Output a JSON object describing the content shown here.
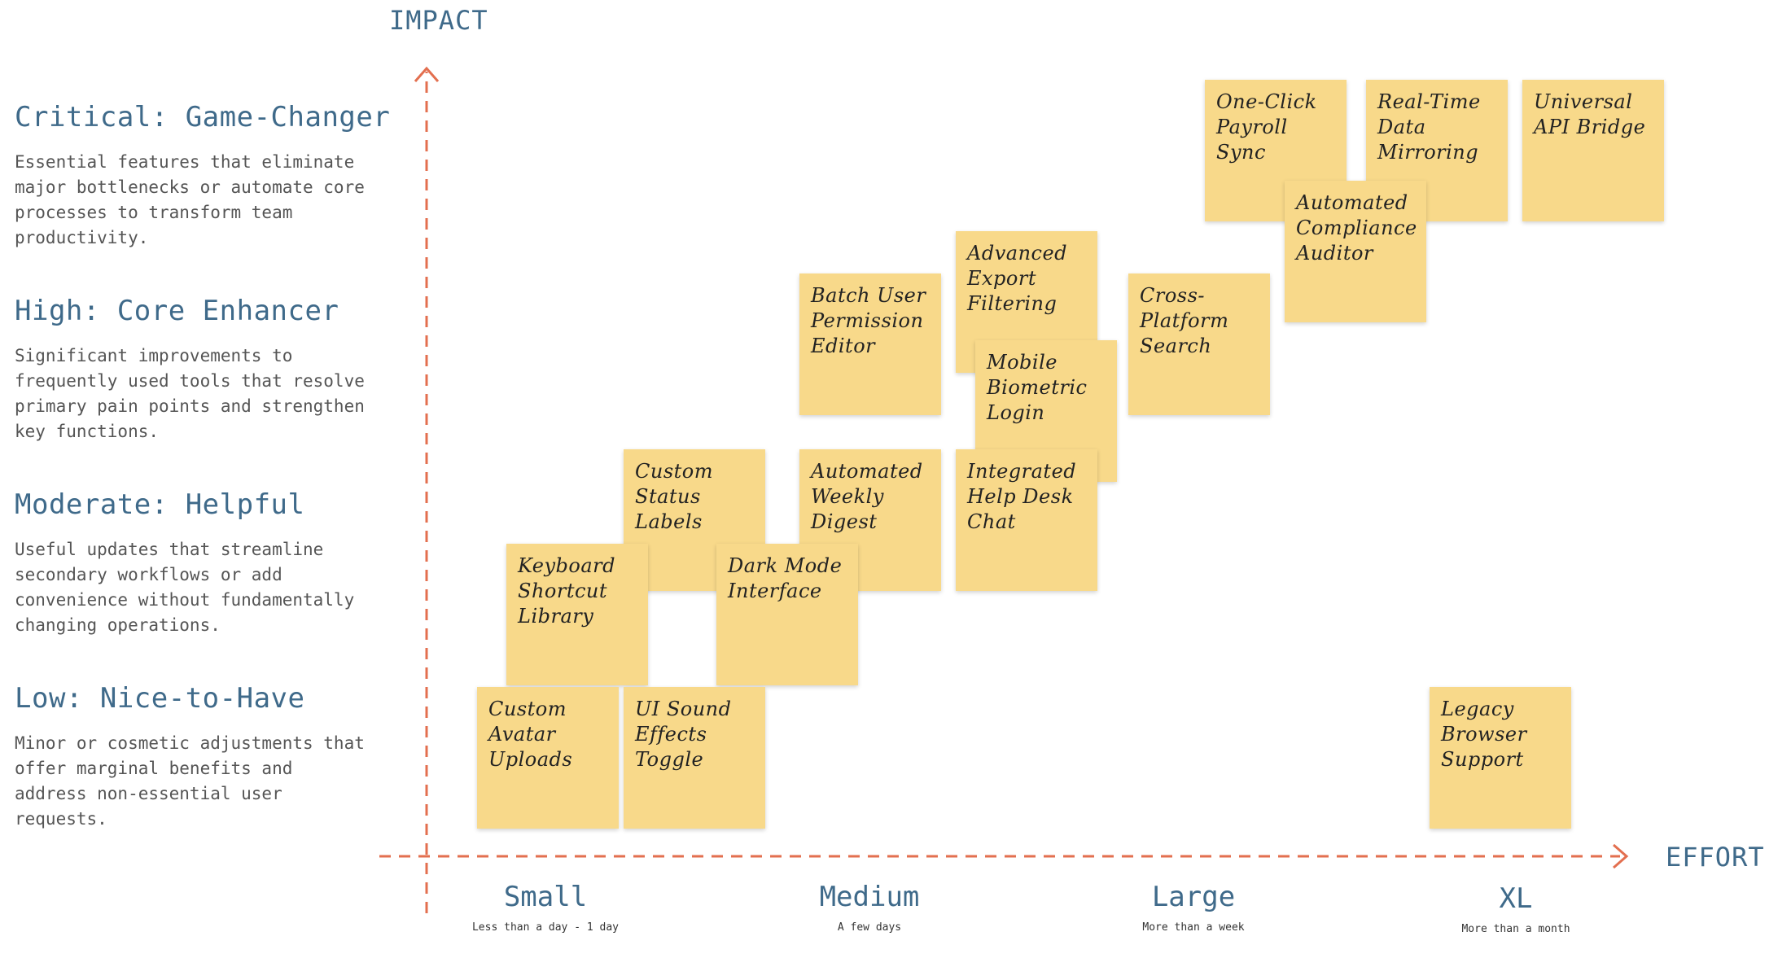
{
  "axes": {
    "y_title": "IMPACT",
    "x_title": "EFFORT",
    "color": "#e36f4f"
  },
  "impact_levels": [
    {
      "title": "Critical: Game-Changer",
      "description": "Essential features that eliminate major bottlenecks or automate core processes to transform team productivity."
    },
    {
      "title": "High: Core Enhancer",
      "description": "Significant improvements to frequently used tools that resolve primary pain points and strengthen key functions."
    },
    {
      "title": "Moderate: Helpful",
      "description": "Useful updates that streamline secondary workflows or add convenience without fundamentally changing operations."
    },
    {
      "title": "Low: Nice-to-Have",
      "description": "Minor or cosmetic adjustments that offer marginal benefits and address non-essential user requests."
    }
  ],
  "effort_levels": [
    {
      "size": "Small",
      "description": "Less than a day - 1 day"
    },
    {
      "size": "Medium",
      "description": "A few days"
    },
    {
      "size": "Large",
      "description": "More than a week"
    },
    {
      "size": "XL",
      "description": "More than a month"
    }
  ],
  "sticky_notes": {
    "color": "#f8d98a",
    "items": [
      {
        "lines": [
          "One-Click",
          "Payroll",
          "Sync"
        ]
      },
      {
        "lines": [
          "Real-Time",
          "Data",
          "Mirroring"
        ]
      },
      {
        "lines": [
          "Universal",
          "API Bridge"
        ]
      },
      {
        "lines": [
          "Automated",
          "Compliance",
          "Auditor"
        ]
      },
      {
        "lines": [
          "Advanced",
          "Export",
          "Filtering"
        ]
      },
      {
        "lines": [
          "Batch User",
          "Permission",
          "Editor"
        ]
      },
      {
        "lines": [
          "Cross-",
          "Platform",
          "Search"
        ]
      },
      {
        "lines": [
          "Mobile",
          "Biometric",
          "Login"
        ]
      },
      {
        "lines": [
          "Custom",
          "Status",
          "Labels"
        ]
      },
      {
        "lines": [
          "Automated",
          "Weekly",
          "Digest"
        ]
      },
      {
        "lines": [
          "Integrated",
          "Help Desk",
          "Chat"
        ]
      },
      {
        "lines": [
          "Keyboard",
          "Shortcut",
          "Library"
        ]
      },
      {
        "lines": [
          "Dark Mode",
          "Interface"
        ]
      },
      {
        "lines": [
          "Custom",
          "Avatar",
          "Uploads"
        ]
      },
      {
        "lines": [
          "UI Sound",
          "Effects",
          "Toggle"
        ]
      },
      {
        "lines": [
          "Legacy",
          "Browser",
          "Support"
        ]
      }
    ]
  }
}
